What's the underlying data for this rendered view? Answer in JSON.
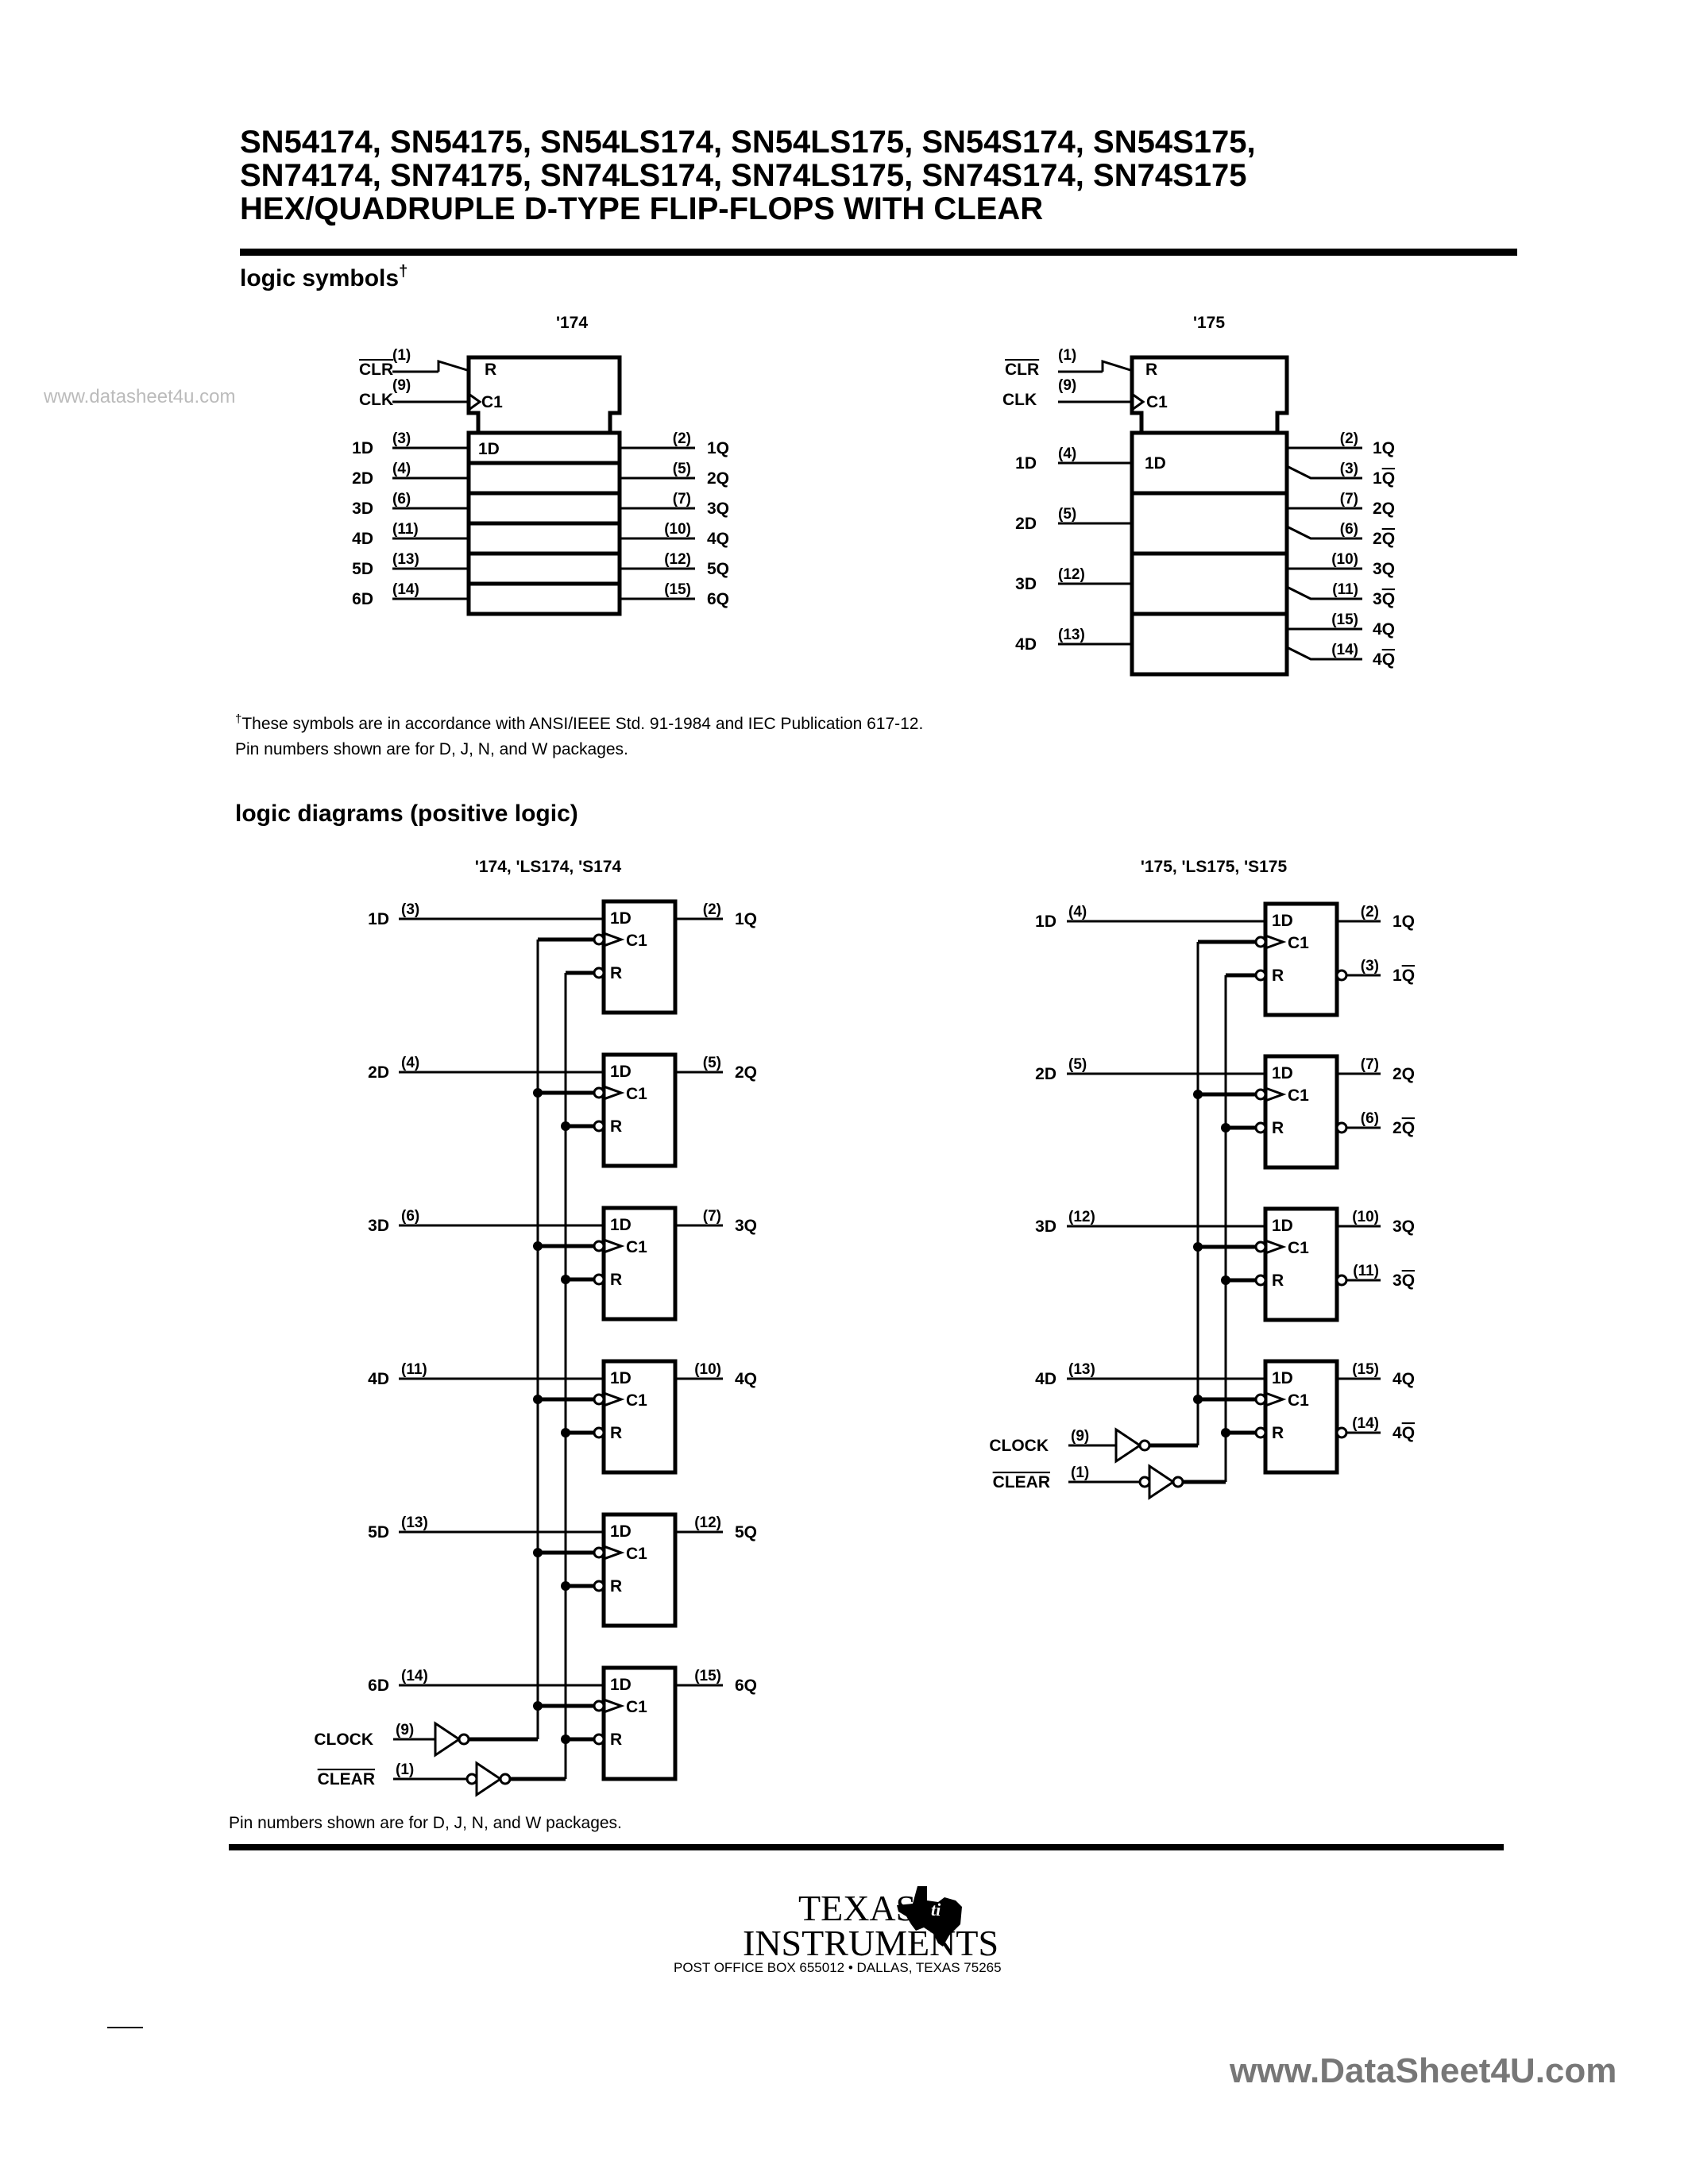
{
  "header": {
    "line1": "SN54174, SN54175, SN54LS174, SN54LS175, SN54S174, SN54S175,",
    "line2": "SN74174, SN74175, SN74LS174, SN74LS175, SN74S174, SN74S175",
    "line3": "HEX/QUADRUPLE D-TYPE FLIP-FLOPS WITH CLEAR"
  },
  "watermark_top": "www.datasheet4u.com",
  "watermark_bottom": "www.DataSheet4U.com",
  "logic_symbols": {
    "heading": "logic symbols",
    "dagger": "†",
    "sym174": {
      "title": "'174",
      "clr_label": "CLR",
      "clr_pin": "(1)",
      "clk_label": "CLK",
      "clk_pin": "(9)",
      "r_label": "R",
      "c1_label": "C1",
      "d_label": "1D",
      "inputs": [
        {
          "label": "1D",
          "pin": "(3)"
        },
        {
          "label": "2D",
          "pin": "(4)"
        },
        {
          "label": "3D",
          "pin": "(6)"
        },
        {
          "label": "4D",
          "pin": "(11)"
        },
        {
          "label": "5D",
          "pin": "(13)"
        },
        {
          "label": "6D",
          "pin": "(14)"
        }
      ],
      "outputs": [
        {
          "label": "1Q",
          "pin": "(2)"
        },
        {
          "label": "2Q",
          "pin": "(5)"
        },
        {
          "label": "3Q",
          "pin": "(7)"
        },
        {
          "label": "4Q",
          "pin": "(10)"
        },
        {
          "label": "5Q",
          "pin": "(12)"
        },
        {
          "label": "6Q",
          "pin": "(15)"
        }
      ]
    },
    "sym175": {
      "title": "'175",
      "clr_label": "CLR",
      "clr_pin": "(1)",
      "clk_label": "CLK",
      "clk_pin": "(9)",
      "r_label": "R",
      "c1_label": "C1",
      "d_label": "1D",
      "inputs": [
        {
          "label": "1D",
          "pin": "(4)"
        },
        {
          "label": "2D",
          "pin": "(5)"
        },
        {
          "label": "3D",
          "pin": "(12)"
        },
        {
          "label": "4D",
          "pin": "(13)"
        }
      ],
      "outputs": [
        {
          "q": "1Q",
          "qpin": "(2)",
          "qbar": "1Q",
          "qbarpin": "(3)"
        },
        {
          "q": "2Q",
          "qpin": "(7)",
          "qbar": "2Q",
          "qbarpin": "(6)"
        },
        {
          "q": "3Q",
          "qpin": "(10)",
          "qbar": "3Q",
          "qbarpin": "(11)"
        },
        {
          "q": "4Q",
          "qpin": "(15)",
          "qbar": "4Q",
          "qbarpin": "(14)"
        }
      ]
    },
    "footnote1": "These symbols are in accordance with ANSI/IEEE Std. 91-1984 and IEC Publication 617-12.",
    "footnote2": "Pin numbers shown are for D, J, N, and W packages."
  },
  "logic_diagrams": {
    "heading": "logic diagrams (positive logic)",
    "d174": {
      "title": "'174, 'LS174, 'S174",
      "ff_labels": {
        "d": "1D",
        "c": "C1",
        "r": "R"
      },
      "stages": [
        {
          "in": "1D",
          "inpin": "(3)",
          "out": "1Q",
          "outpin": "(2)"
        },
        {
          "in": "2D",
          "inpin": "(4)",
          "out": "2Q",
          "outpin": "(5)"
        },
        {
          "in": "3D",
          "inpin": "(6)",
          "out": "3Q",
          "outpin": "(7)"
        },
        {
          "in": "4D",
          "inpin": "(11)",
          "out": "4Q",
          "outpin": "(10)"
        },
        {
          "in": "5D",
          "inpin": "(13)",
          "out": "5Q",
          "outpin": "(12)"
        },
        {
          "in": "6D",
          "inpin": "(14)",
          "out": "6Q",
          "outpin": "(15)"
        }
      ],
      "clock_label": "CLOCK",
      "clock_pin": "(9)",
      "clear_label": "CLEAR",
      "clear_pin": "(1)"
    },
    "d175": {
      "title": "'175, 'LS175, 'S175",
      "ff_labels": {
        "d": "1D",
        "c": "C1",
        "r": "R"
      },
      "stages": [
        {
          "in": "1D",
          "inpin": "(4)",
          "q": "1Q",
          "qpin": "(2)",
          "qbar": "1Q",
          "qbarpin": "(3)"
        },
        {
          "in": "2D",
          "inpin": "(5)",
          "q": "2Q",
          "qpin": "(7)",
          "qbar": "2Q",
          "qbarpin": "(6)"
        },
        {
          "in": "3D",
          "inpin": "(12)",
          "q": "3Q",
          "qpin": "(10)",
          "qbar": "3Q",
          "qbarpin": "(11)"
        },
        {
          "in": "4D",
          "inpin": "(13)",
          "q": "4Q",
          "qpin": "(15)",
          "qbar": "4Q",
          "qbarpin": "(14)"
        }
      ],
      "clock_label": "CLOCK",
      "clock_pin": "(9)",
      "clear_label": "CLEAR",
      "clear_pin": "(1)"
    },
    "footnote": "Pin numbers shown are for D, J, N, and W packages."
  },
  "footer": {
    "logo_line1": "TEXAS",
    "logo_line2": "INSTRUMENTS",
    "logo_mark": "ti-logo",
    "address": "POST OFFICE BOX 655012 • DALLAS, TEXAS 75265"
  }
}
